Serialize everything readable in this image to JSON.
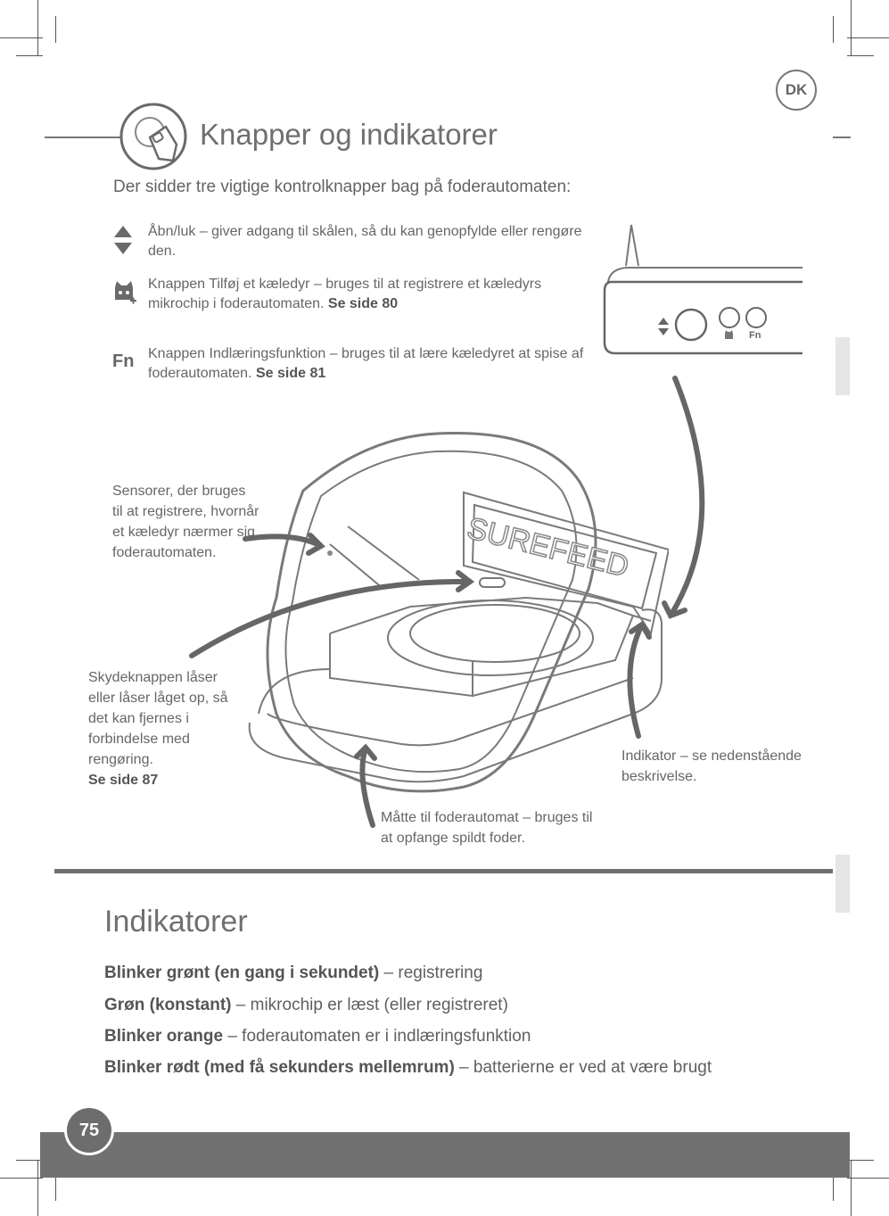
{
  "language_badge": "DK",
  "section_title": "Knapper og indikatorer",
  "intro": "Der sidder tre vigtige kontrolknapper bag på foderautomaten:",
  "buttons": [
    {
      "icon": "open-close-arrows-icon",
      "text": "Åbn/luk – giver adgang til skålen, så du kan genopfylde eller rengøre den.",
      "ref": ""
    },
    {
      "icon": "add-pet-icon",
      "text": "Knappen Tilføj et kæledyr – bruges til at registrere et kæledyrs mikrochip i foderautomaten.",
      "ref": "Se side 80"
    },
    {
      "icon": "fn-icon",
      "icon_label": "Fn",
      "text": "Knappen Indlæringsfunktion – bruges til at lære kæledyret at spise af foderautomaten.",
      "ref": "Se side 81"
    }
  ],
  "panel_label": "Fn",
  "device_brand": "SUREFEED",
  "callouts": {
    "sensors": "Sensorer, der bruges til at registrere, hvornår et kæledyr nærmer sig foderautomaten.",
    "lid_button": "Skydeknappen låser eller låser låget op, så det kan fjernes i forbindelse med rengøring.",
    "lid_button_ref": "Se side 87",
    "indicator": "Indikator – se nedenstående beskrivelse.",
    "mat": "Måtte til foderautomat – bruges til at opfange spildt foder."
  },
  "indicators_title": "Indikatorer",
  "indicators": [
    {
      "label": "Blinker grønt (en gang i sekundet)",
      "desc": " – registrering"
    },
    {
      "label": "Grøn (konstant)",
      "desc": " – mikrochip er læst (eller registreret)"
    },
    {
      "label": "Blinker orange",
      "desc": " – foderautomaten er i indlæringsfunktion"
    },
    {
      "label": "Blinker rødt (med få sekunders mellemrum)",
      "desc": " – batterierne er ved at være brugt"
    }
  ],
  "page_number": "75",
  "colors": {
    "text": "#666666",
    "footer": "#717171",
    "divider": "#6f6f6f"
  }
}
